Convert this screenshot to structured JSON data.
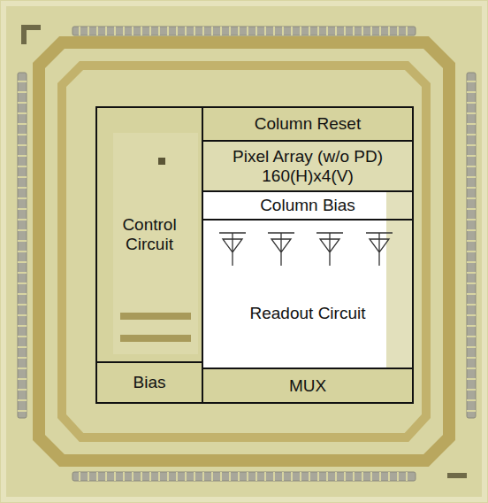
{
  "diagram": {
    "nodes": [
      {
        "text": [
          "Control Circuit"
        ]
      },
      {
        "text": [
          "Column Reset"
        ]
      },
      {
        "text": [
          "Pixel Array (w/o PD) 160(H)x4(V)"
        ]
      },
      {
        "text": [
          "Column Bias"
        ]
      },
      {
        "text": [
          "Readout Circuit"
        ]
      },
      {
        "text": [
          "Bias"
        ]
      },
      {
        "text": [
          "MUX"
        ]
      }
    ]
  }
}
